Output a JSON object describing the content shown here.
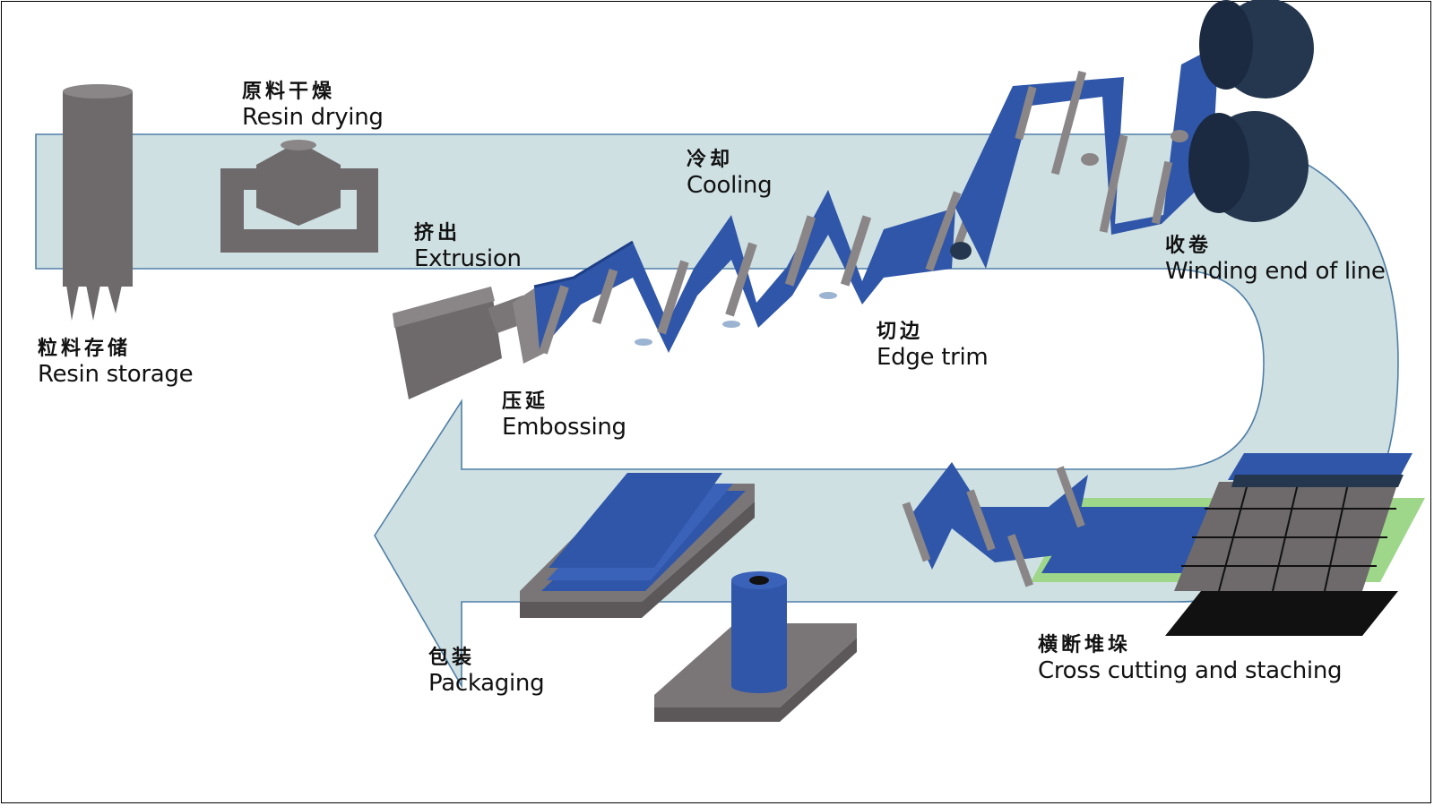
{
  "labels": {
    "resin_storage": {
      "zh": "粒料存储",
      "en": "Resin storage"
    },
    "resin_drying": {
      "zh": "原料干燥",
      "en": "Resin drying"
    },
    "extrusion": {
      "zh": "挤出",
      "en": "Extrusion"
    },
    "cooling": {
      "zh": "冷却",
      "en": "Cooling"
    },
    "embossing": {
      "zh": "压延",
      "en": "Embossing"
    },
    "edge_trim": {
      "zh": "切边",
      "en": "Edge trim"
    },
    "winding": {
      "zh": "收卷",
      "en": "Winding end of line"
    },
    "cross_cutting": {
      "zh": "横断堆垛",
      "en": "Cross cutting and staching"
    },
    "packaging": {
      "zh": "包装",
      "en": "Packaging"
    }
  },
  "colors": {
    "flow_band": "#cfe0e3",
    "flow_outline": "#4f7fa7",
    "film": "#2f56a8",
    "machine": "#6e6a6b",
    "roll_dark": "#25374f",
    "green_table": "#9ed78a"
  }
}
